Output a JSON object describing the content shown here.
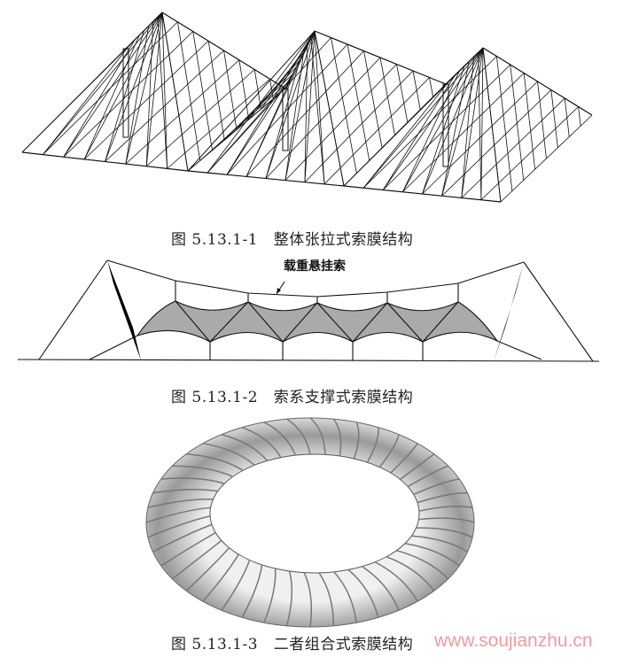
{
  "figures": [
    {
      "caption": "图 5.13.1-1   整体张拉式索膜结构"
    },
    {
      "caption": "图 5.13.1-2   索系支撑式索膜结构",
      "label": "载重悬挂索"
    },
    {
      "caption": "图 5.13.1-3   二者组合式索膜结构"
    }
  ],
  "watermark": "www.soujianzhu.cn"
}
